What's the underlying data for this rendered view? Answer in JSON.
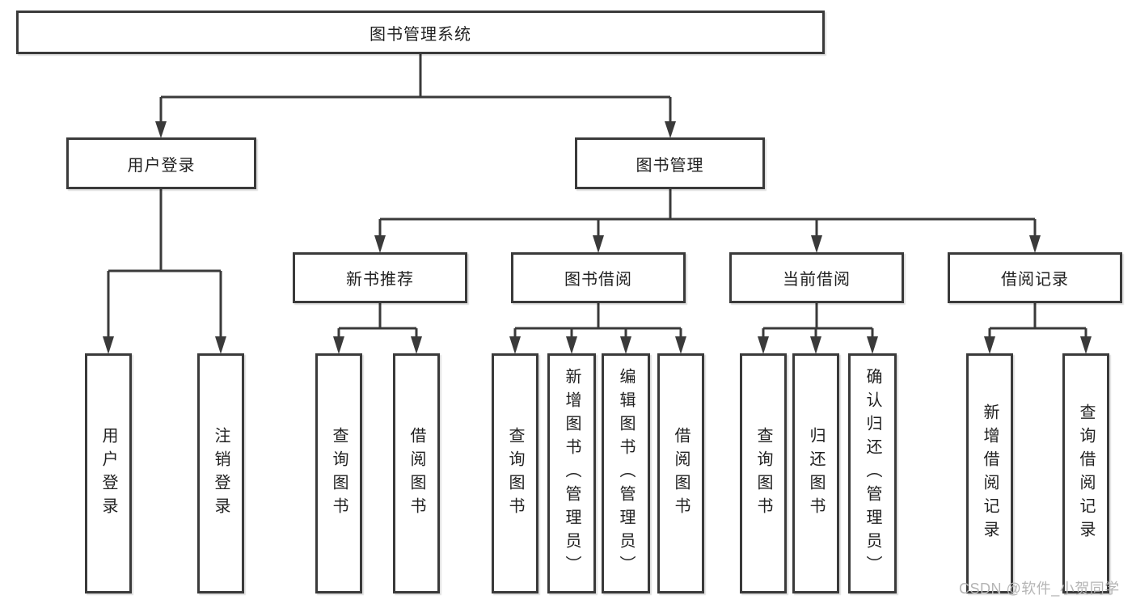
{
  "chart": {
    "type": "tree-diagram",
    "colors": {
      "line": "#3a3a3a",
      "text": "#212121",
      "box_bg": "#ffffff",
      "watermark": "#b5b5b5"
    },
    "root": {
      "label": "图书管理系统"
    },
    "branches": [
      {
        "label": "用户登录",
        "leaves": [
          {
            "label": "用户登录"
          },
          {
            "label": "注销登录"
          }
        ]
      },
      {
        "label": "图书管理",
        "groups": [
          {
            "label": "新书推荐",
            "leaves": [
              {
                "label": "查询图书"
              },
              {
                "label": "借阅图书"
              }
            ]
          },
          {
            "label": "图书借阅",
            "leaves": [
              {
                "label": "查询图书"
              },
              {
                "label": "新增图书（管理员）"
              },
              {
                "label": "编辑图书（管理员）"
              },
              {
                "label": "借阅图书"
              }
            ]
          },
          {
            "label": "当前借阅",
            "leaves": [
              {
                "label": "查询图书"
              },
              {
                "label": "归还图书"
              },
              {
                "label": "确认归还（管理员）"
              }
            ]
          },
          {
            "label": "借阅记录",
            "leaves": [
              {
                "label": "新增借阅记录"
              },
              {
                "label": "查询借阅记录"
              }
            ]
          }
        ]
      }
    ],
    "watermark": "CSDN @软件_小贺同学"
  }
}
